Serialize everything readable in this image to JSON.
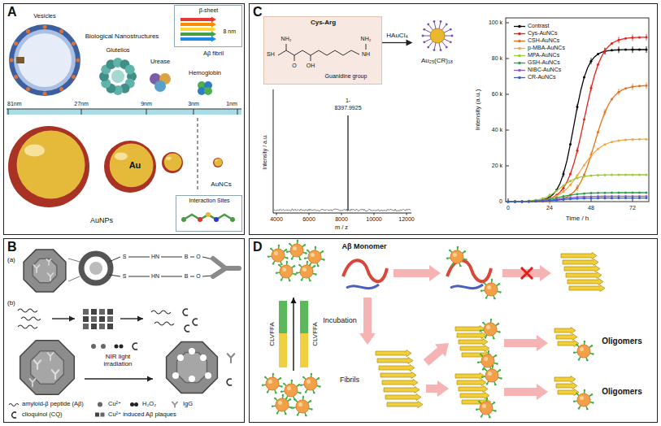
{
  "diagram": {
    "nodes": [
      {
        "text": [
          "A"
        ]
      },
      {
        "text": [
          "β-sheet",
          "8 nm",
          "Aβ fibril"
        ],
        "in": 0
      },
      {
        "text": [
          "Interaction Sites"
        ],
        "in": 0
      },
      {
        "text": [
          "C"
        ]
      },
      {
        "text": [
          "Cys-Arg",
          "Guanidine group"
        ],
        "in": 3
      },
      {
        "text": [
          "Au₂₅(CR)₁₈"
        ],
        "in": 3
      },
      {
        "text": [
          "B"
        ]
      },
      {
        "text": [
          "D"
        ]
      }
    ],
    "edges": [
      {
        "from": 4,
        "to": 5,
        "arrow": "to",
        "label": "HAuCl₄"
      }
    ],
    "labels": [
      "Vesicles",
      "Biological Nanostructures",
      "Glutelios",
      "Urease",
      "Hemoglobin",
      "81nm",
      "27nm",
      "9nm",
      "3nm",
      "1nm",
      "Au",
      "AuNPs",
      "AuNCs",
      "SH",
      "NH₂",
      "O",
      "OH",
      "NH",
      "NH₂",
      "Intensity / a.u.",
      "1-",
      "8397.9925",
      "4000",
      "6000",
      "8000",
      "10000",
      "12000",
      "m / z",
      "Intensity (a.u.)",
      "0",
      "20 k",
      "40 k",
      "60 k",
      "80 k",
      "100 k",
      "0",
      "24",
      "48",
      "72",
      "Time / h",
      "(a)",
      "S",
      "HN",
      "B",
      "O",
      "S",
      "HN",
      "B",
      "O",
      "(b)",
      "NIR light irradiation",
      "CLVFFA",
      "CLVFFA",
      "Aβ Monomer",
      "Incubation",
      "Fibrils",
      "Oligomers",
      "Oligomers"
    ],
    "legend": [
      {
        "text": "Contrast"
      },
      {
        "text": "Cys-AuNCs"
      },
      {
        "text": "CSH-AuNCs"
      },
      {
        "text": "p-MBA-AuNCs"
      },
      {
        "text": "MPA-AuNCs"
      },
      {
        "text": "GSH-AuNCs"
      },
      {
        "text": "NIBC-AuNCs"
      },
      {
        "text": "CR-AuNCs"
      },
      {
        "text": "amyloid-β peptide (Aβ)"
      },
      {
        "text": "Cu²⁺"
      },
      {
        "text": "H₂O₂"
      },
      {
        "text": "IgG"
      },
      {
        "text": "clioquinol (CQ)"
      },
      {
        "text": "Cu²⁺ induced Aβ plaques"
      }
    ]
  }
}
